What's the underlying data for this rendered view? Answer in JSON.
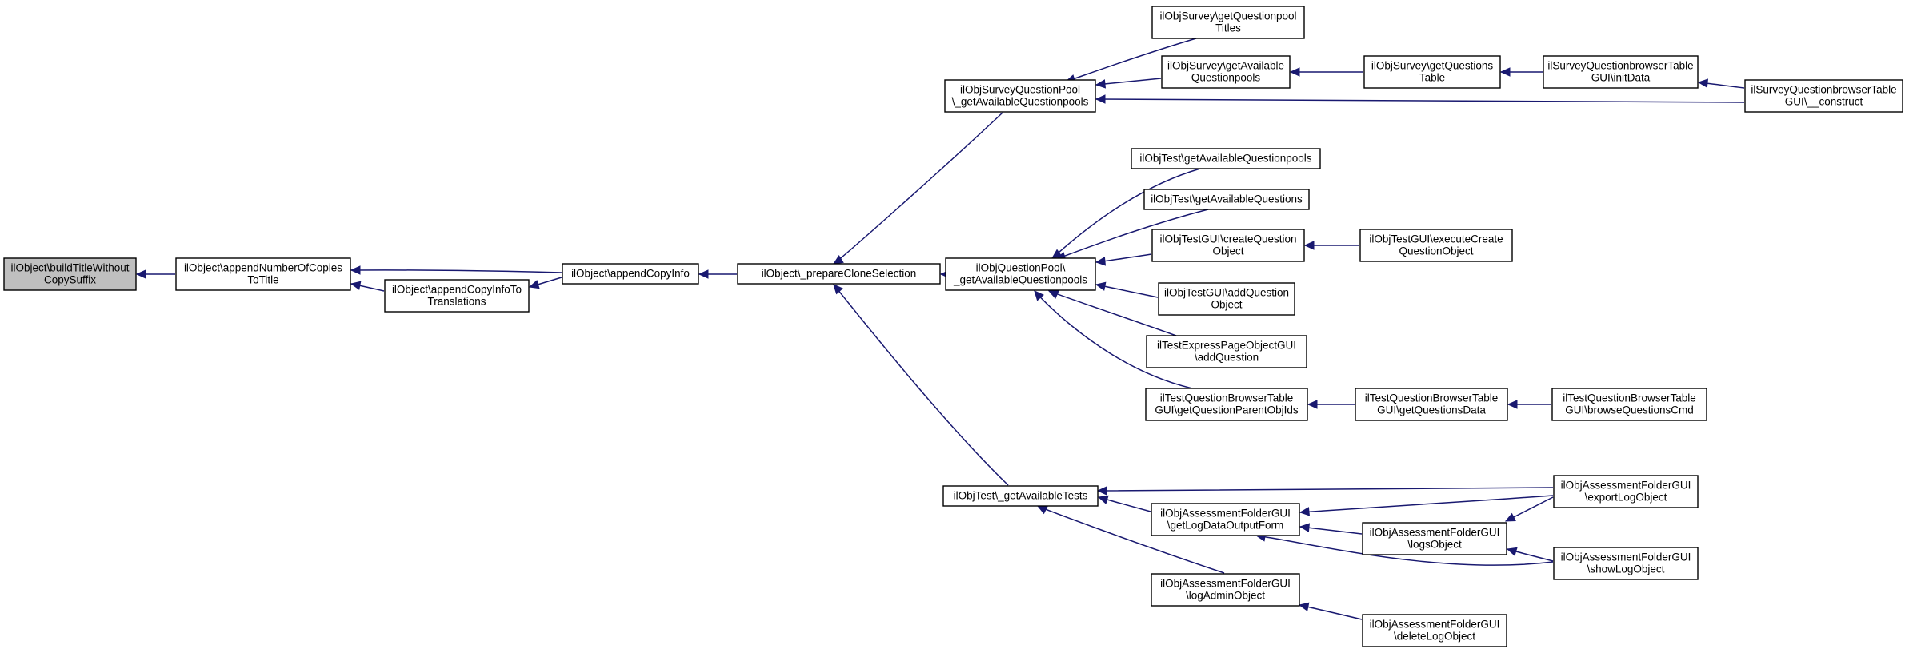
{
  "diagram": {
    "type": "call-graph",
    "nodes": [
      {
        "id": "n0",
        "lines": [
          "ilObject\\buildTitleWithout",
          "CopySuffix"
        ],
        "highlighted": true
      },
      {
        "id": "n1",
        "lines": [
          "ilObject\\appendNumberOfCopies",
          "ToTitle"
        ]
      },
      {
        "id": "n2",
        "lines": [
          "ilObject\\appendCopyInfoTo",
          "Translations"
        ]
      },
      {
        "id": "n3",
        "lines": [
          "ilObject\\appendCopyInfo"
        ]
      },
      {
        "id": "n4",
        "lines": [
          "ilObject\\_prepareCloneSelection"
        ]
      },
      {
        "id": "n5",
        "lines": [
          "ilObjSurveyQuestionPool",
          "\\_getAvailableQuestionpools"
        ]
      },
      {
        "id": "n6",
        "lines": [
          "ilObjQuestionPool\\",
          "_getAvailableQuestionpools"
        ]
      },
      {
        "id": "n7",
        "lines": [
          "ilObjTest\\_getAvailableTests"
        ]
      },
      {
        "id": "n8",
        "lines": [
          "ilObjSurvey\\getQuestionpool",
          "Titles"
        ]
      },
      {
        "id": "n9",
        "lines": [
          "ilObjSurvey\\getAvailable",
          "Questionpools"
        ]
      },
      {
        "id": "n10",
        "lines": [
          "ilObjSurvey\\getQuestions",
          "Table"
        ]
      },
      {
        "id": "n11",
        "lines": [
          "ilSurveyQuestionbrowserTable",
          "GUI\\initData"
        ]
      },
      {
        "id": "n12",
        "lines": [
          "ilSurveyQuestionbrowserTable",
          "GUI\\__construct"
        ]
      },
      {
        "id": "n13",
        "lines": [
          "ilObjTest\\getAvailableQuestionpools"
        ]
      },
      {
        "id": "n14",
        "lines": [
          "ilObjTest\\getAvailableQuestions"
        ]
      },
      {
        "id": "n15",
        "lines": [
          "ilObjTestGUI\\createQuestion",
          "Object"
        ]
      },
      {
        "id": "n16",
        "lines": [
          "ilObjTestGUI\\executeCreate",
          "QuestionObject"
        ]
      },
      {
        "id": "n17",
        "lines": [
          "ilObjTestGUI\\addQuestion",
          "Object"
        ]
      },
      {
        "id": "n18",
        "lines": [
          "ilTestExpressPageObjectGUI",
          "\\addQuestion"
        ]
      },
      {
        "id": "n19",
        "lines": [
          "ilTestQuestionBrowserTable",
          "GUI\\getQuestionParentObjIds"
        ]
      },
      {
        "id": "n20",
        "lines": [
          "ilTestQuestionBrowserTable",
          "GUI\\getQuestionsData"
        ]
      },
      {
        "id": "n21",
        "lines": [
          "ilTestQuestionBrowserTable",
          "GUI\\browseQuestionsCmd"
        ]
      },
      {
        "id": "n22",
        "lines": [
          "ilObjAssessmentFolderGUI",
          "\\getLogDataOutputForm"
        ]
      },
      {
        "id": "n23",
        "lines": [
          "ilObjAssessmentFolderGUI",
          "\\logAdminObject"
        ]
      },
      {
        "id": "n24",
        "lines": [
          "ilObjAssessmentFolderGUI",
          "\\logsObject"
        ]
      },
      {
        "id": "n25",
        "lines": [
          "ilObjAssessmentFolderGUI",
          "\\deleteLogObject"
        ]
      },
      {
        "id": "n26",
        "lines": [
          "ilObjAssessmentFolderGUI",
          "\\exportLogObject"
        ]
      },
      {
        "id": "n27",
        "lines": [
          "ilObjAssessmentFolderGUI",
          "\\showLogObject"
        ]
      }
    ],
    "edges": [
      {
        "from": "n1",
        "to": "n0"
      },
      {
        "from": "n3",
        "to": "n1"
      },
      {
        "from": "n2",
        "to": "n1"
      },
      {
        "from": "n3",
        "to": "n2"
      },
      {
        "from": "n4",
        "to": "n3"
      },
      {
        "from": "n5",
        "to": "n4"
      },
      {
        "from": "n6",
        "to": "n4"
      },
      {
        "from": "n7",
        "to": "n4"
      },
      {
        "from": "n8",
        "to": "n5"
      },
      {
        "from": "n9",
        "to": "n5"
      },
      {
        "from": "n12",
        "to": "n5"
      },
      {
        "from": "n10",
        "to": "n9"
      },
      {
        "from": "n11",
        "to": "n10"
      },
      {
        "from": "n12",
        "to": "n11"
      },
      {
        "from": "n13",
        "to": "n6"
      },
      {
        "from": "n14",
        "to": "n6"
      },
      {
        "from": "n15",
        "to": "n6"
      },
      {
        "from": "n17",
        "to": "n6"
      },
      {
        "from": "n18",
        "to": "n6"
      },
      {
        "from": "n19",
        "to": "n6"
      },
      {
        "from": "n16",
        "to": "n15"
      },
      {
        "from": "n20",
        "to": "n19"
      },
      {
        "from": "n21",
        "to": "n20"
      },
      {
        "from": "n26",
        "to": "n7"
      },
      {
        "from": "n22",
        "to": "n7"
      },
      {
        "from": "n23",
        "to": "n7"
      },
      {
        "from": "n26",
        "to": "n22"
      },
      {
        "from": "n24",
        "to": "n22"
      },
      {
        "from": "n27",
        "to": "n22"
      },
      {
        "from": "n26",
        "to": "n24"
      },
      {
        "from": "n27",
        "to": "n24"
      },
      {
        "from": "n25",
        "to": "n23"
      }
    ]
  },
  "colors": {
    "edge": "#191970",
    "node_border": "#000000",
    "node_fill": "#ffffff",
    "highlight_fill": "#bfbfbf"
  }
}
